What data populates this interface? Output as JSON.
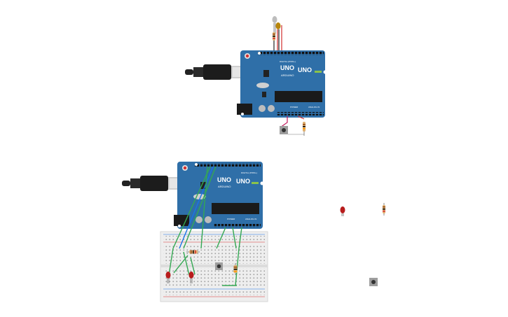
{
  "boards": [
    {
      "id": "top",
      "model_text": "UNO",
      "brand_text": "ARDUINO",
      "header_label": "DIGITAL (PWM~)",
      "power_label": "POWER",
      "analog_label": "ANALOG IN",
      "on_label": "ON",
      "color": "#2f6fa8"
    },
    {
      "id": "bottom",
      "model_text": "UNO",
      "brand_text": "ARDUINO",
      "header_label": "DIGITAL (PWM~)",
      "power_label": "POWER",
      "analog_label": "ANALOG IN",
      "on_label": "ON",
      "color": "#2f6fa8"
    }
  ],
  "colors": {
    "wire_green": "#34a853",
    "wire_blue": "#1a73e8",
    "wire_red": "#d32f2f",
    "wire_magenta": "#c2185b",
    "wire_black": "#222222",
    "led_red": "#b71c1c",
    "resistor_body": "#e0b070",
    "breadboard": "#eeeeee"
  }
}
